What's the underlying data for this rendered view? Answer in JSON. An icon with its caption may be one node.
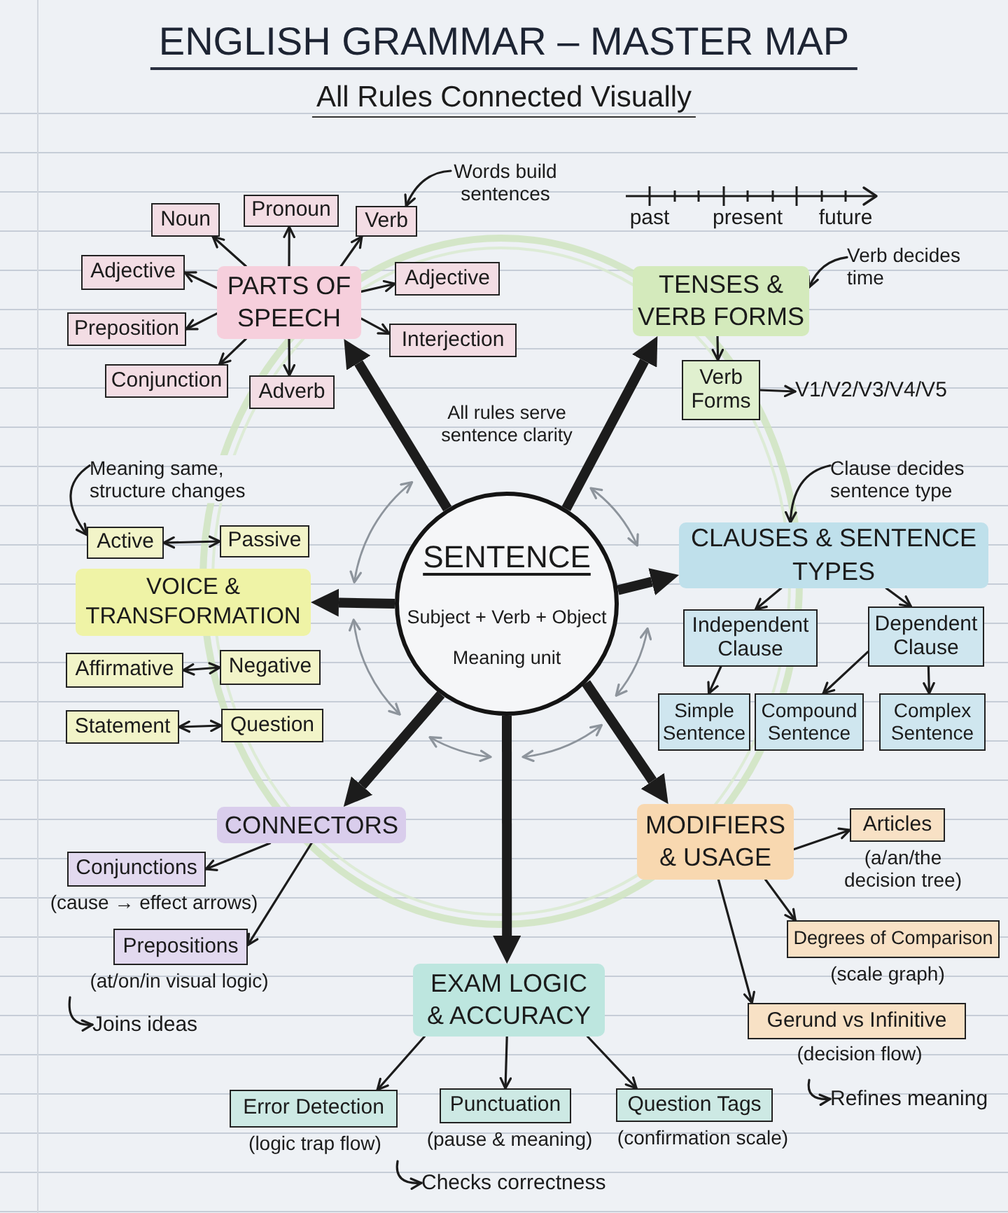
{
  "diagram": {
    "title": "ENGLISH GRAMMAR – MASTER MAP",
    "nodes": [
      {
        "text": [
          "SENTENCE",
          "Subject + Verb + Object",
          "Meaning unit"
        ]
      },
      {
        "text": [
          "PARTS OF SPEECH"
        ]
      },
      {
        "text": [
          "Noun"
        ]
      },
      {
        "text": [
          "Pronoun"
        ]
      },
      {
        "text": [
          "Verb"
        ]
      },
      {
        "text": [
          "Adjective"
        ]
      },
      {
        "text": [
          "Adjective"
        ]
      },
      {
        "text": [
          "Preposition"
        ]
      },
      {
        "text": [
          "Interjection"
        ]
      },
      {
        "text": [
          "Conjunction"
        ]
      },
      {
        "text": [
          "Adverb"
        ]
      },
      {
        "text": [
          "Words build sentences"
        ]
      },
      {
        "text": [
          "TENSES & VERB FORMS"
        ]
      },
      {
        "text": [
          "Verb Forms"
        ]
      },
      {
        "text": [
          "V1/V2/V3/V4/V5"
        ]
      },
      {
        "text": [
          "Verb decides time"
        ]
      },
      {
        "text": [
          "Meaning same, structure changes"
        ]
      },
      {
        "text": [
          "Active"
        ]
      },
      {
        "text": [
          "Passive"
        ]
      },
      {
        "text": [
          "VOICE & TRANSFORMATION"
        ]
      },
      {
        "text": [
          "Affirmative"
        ]
      },
      {
        "text": [
          "Negative"
        ]
      },
      {
        "text": [
          "Statement"
        ]
      },
      {
        "text": [
          "Question"
        ]
      },
      {
        "text": [
          "Clause decides sentence type"
        ]
      },
      {
        "text": [
          "CLAUSES & SENTENCE TYPES"
        ]
      },
      {
        "text": [
          "Independent Clause"
        ]
      },
      {
        "text": [
          "Dependent Clause"
        ]
      },
      {
        "text": [
          "Simple Sentence"
        ]
      },
      {
        "text": [
          "Compound Sentence"
        ]
      },
      {
        "text": [
          "Complex Sentence"
        ]
      },
      {
        "text": [
          "CONNECTORS"
        ]
      },
      {
        "text": [
          "Conjunctions"
        ],
        "beside": [
          "(cause → effect arrows)"
        ]
      },
      {
        "text": [
          "Prepositions"
        ],
        "beside": [
          "(at/on/in visual logic)"
        ]
      },
      {
        "text": [
          "Joins ideas"
        ]
      },
      {
        "text": [
          "MODIFIERS & USAGE"
        ]
      },
      {
        "text": [
          "Articles"
        ],
        "beside": [
          "(a/an/the decision tree)"
        ]
      },
      {
        "text": [
          "Degrees of Comparison"
        ],
        "beside": [
          "(scale graph)"
        ]
      },
      {
        "text": [
          "Gerund vs Infinitive"
        ],
        "beside": [
          "(decision flow)"
        ]
      },
      {
        "text": [
          "Refines meaning"
        ]
      },
      {
        "text": [
          "EXAM LOGIC & ACCURACY"
        ]
      },
      {
        "text": [
          "Error Detection"
        ],
        "beside": [
          "(logic trap flow)"
        ]
      },
      {
        "text": [
          "Punctuation"
        ],
        "beside": [
          "(pause & meaning)"
        ]
      },
      {
        "text": [
          "Question Tags"
        ],
        "beside": [
          "(confirmation scale)"
        ]
      },
      {
        "text": [
          "Checks correctness"
        ]
      }
    ],
    "edges": [
      {
        "from": 0,
        "to": 1,
        "arrow": "to",
        "style": "thick"
      },
      {
        "from": 0,
        "to": 12,
        "arrow": "to",
        "style": "thick"
      },
      {
        "from": 0,
        "to": 19,
        "arrow": "to",
        "style": "thick"
      },
      {
        "from": 0,
        "to": 25,
        "arrow": "to",
        "style": "thick"
      },
      {
        "from": 0,
        "to": 31,
        "arrow": "to",
        "style": "thick"
      },
      {
        "from": 0,
        "to": 35,
        "arrow": "to",
        "style": "thick"
      },
      {
        "from": 0,
        "to": 40,
        "arrow": "to",
        "style": "thick"
      },
      {
        "from": 1,
        "to": 2,
        "arrow": "to"
      },
      {
        "from": 1,
        "to": 3,
        "arrow": "to"
      },
      {
        "from": 1,
        "to": 4,
        "arrow": "to"
      },
      {
        "from": 1,
        "to": 5,
        "arrow": "to"
      },
      {
        "from": 1,
        "to": 6,
        "arrow": "to"
      },
      {
        "from": 1,
        "to": 7,
        "arrow": "to"
      },
      {
        "from": 1,
        "to": 8,
        "arrow": "to"
      },
      {
        "from": 1,
        "to": 9,
        "arrow": "to"
      },
      {
        "from": 1,
        "to": 10,
        "arrow": "to"
      },
      {
        "from": 11,
        "to": 4,
        "arrow": "to"
      },
      {
        "from": 12,
        "to": 13,
        "arrow": "to"
      },
      {
        "from": 13,
        "to": 14,
        "arrow": "to"
      },
      {
        "from": 15,
        "to": 12,
        "arrow": "to"
      },
      {
        "from": 16,
        "to": 17,
        "arrow": "to"
      },
      {
        "from": 17,
        "to": 18,
        "arrow": "both"
      },
      {
        "from": 20,
        "to": 21,
        "arrow": "both"
      },
      {
        "from": 22,
        "to": 23,
        "arrow": "both"
      },
      {
        "from": 24,
        "to": 25,
        "arrow": "to"
      },
      {
        "from": 25,
        "to": 26,
        "arrow": "to"
      },
      {
        "from": 25,
        "to": 27,
        "arrow": "to"
      },
      {
        "from": 26,
        "to": 28,
        "arrow": "to"
      },
      {
        "from": 27,
        "to": 29,
        "arrow": "to"
      },
      {
        "from": 27,
        "to": 30,
        "arrow": "to"
      },
      {
        "from": 31,
        "to": 32,
        "arrow": "to"
      },
      {
        "from": 31,
        "to": 33,
        "arrow": "to"
      },
      {
        "from": null,
        "to": 34,
        "arrow": "to"
      },
      {
        "from": 35,
        "to": 36,
        "arrow": "to"
      },
      {
        "from": 35,
        "to": 37,
        "arrow": "to"
      },
      {
        "from": 35,
        "to": 38,
        "arrow": "to"
      },
      {
        "from": null,
        "to": 39,
        "arrow": "to"
      },
      {
        "from": 40,
        "to": 41,
        "arrow": "to"
      },
      {
        "from": 40,
        "to": 42,
        "arrow": "to"
      },
      {
        "from": 40,
        "to": 43,
        "arrow": "to"
      },
      {
        "from": null,
        "to": 44,
        "arrow": "to"
      }
    ],
    "labels": [
      "All Rules Connected Visually",
      "past",
      "present",
      "future",
      "All rules serve sentence clarity"
    ]
  }
}
